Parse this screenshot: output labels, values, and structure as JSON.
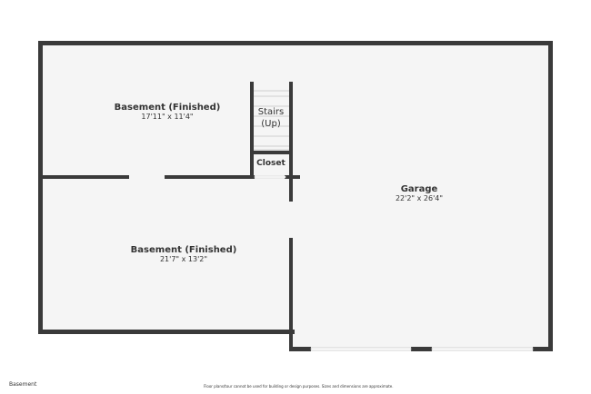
{
  "rooms": [
    {
      "name": "Basement (Finished)",
      "dims": "17'11\" x 11'4\""
    },
    {
      "name": "Stairs",
      "sub": "(Up)"
    },
    {
      "name": "Closet"
    },
    {
      "name": "Garage",
      "dims": "22'2\" x 26'4\""
    },
    {
      "name": "Basement (Finished)",
      "dims": "21'7\" x 13'2\""
    }
  ],
  "floor_label": "Basement",
  "disclaimer": "Floor plans/tour cannot be used for building or design purposes. Sizes and dimensions are approximate.",
  "colors": {
    "wall": "#3a3a3a",
    "floor": "#f5f5f5"
  }
}
